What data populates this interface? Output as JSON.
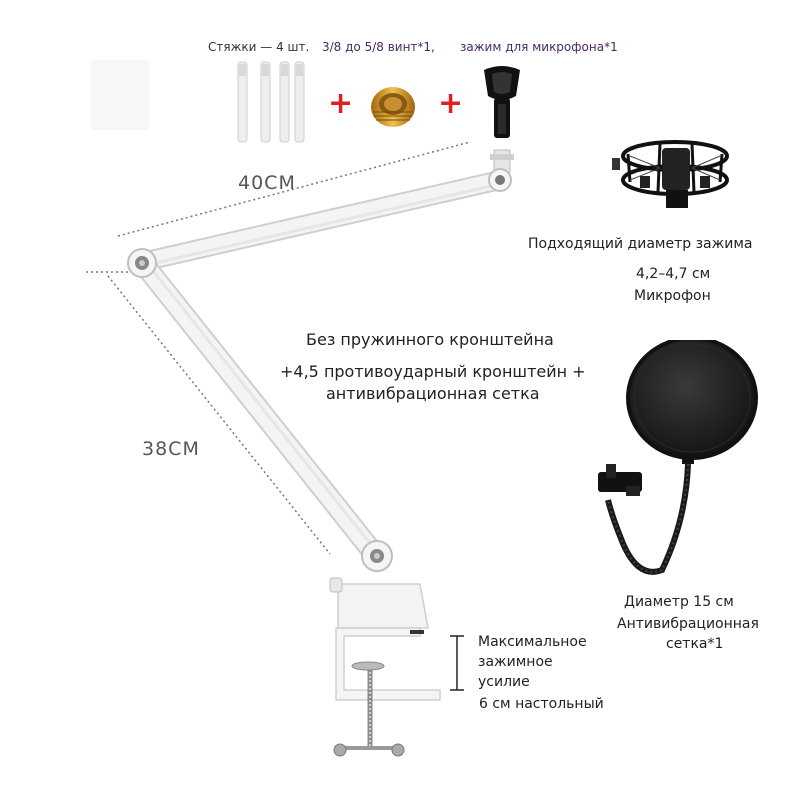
{
  "accessories": {
    "cable_ties_label": "Стяжки — 4 шт.",
    "screw_label": "3/8 до 5/8 винт*1,",
    "mic_clip_label": "зажим для микрофона*1",
    "plus_signs": [
      "+",
      "+"
    ],
    "plus_color": "#e02020",
    "label_accent_color": "#4a2a66"
  },
  "arm": {
    "upper_length_label": "40CM",
    "lower_length_label": "38CM",
    "arm_color": "#f2f2f2"
  },
  "shock_mount": {
    "clamp_diameter_label": "Подходящий диаметр зажима",
    "clamp_range_label": "4,2–4,7 см",
    "microphone_label": "Микрофон"
  },
  "bundle": {
    "no_spring_label": "Без пружинного кронштейна",
    "plus_mount_label": "+4,5 противоударный кронштейн +",
    "pop_filter_label": "антивибрационная сетка"
  },
  "pop_filter": {
    "diameter_label": "Диаметр 15 см",
    "name_line1": "Антивибрационная",
    "name_line2": "сетка*1"
  },
  "clamp": {
    "force_label": "Максимальное зажимное усилие",
    "desk_label": "6 см настольный"
  }
}
